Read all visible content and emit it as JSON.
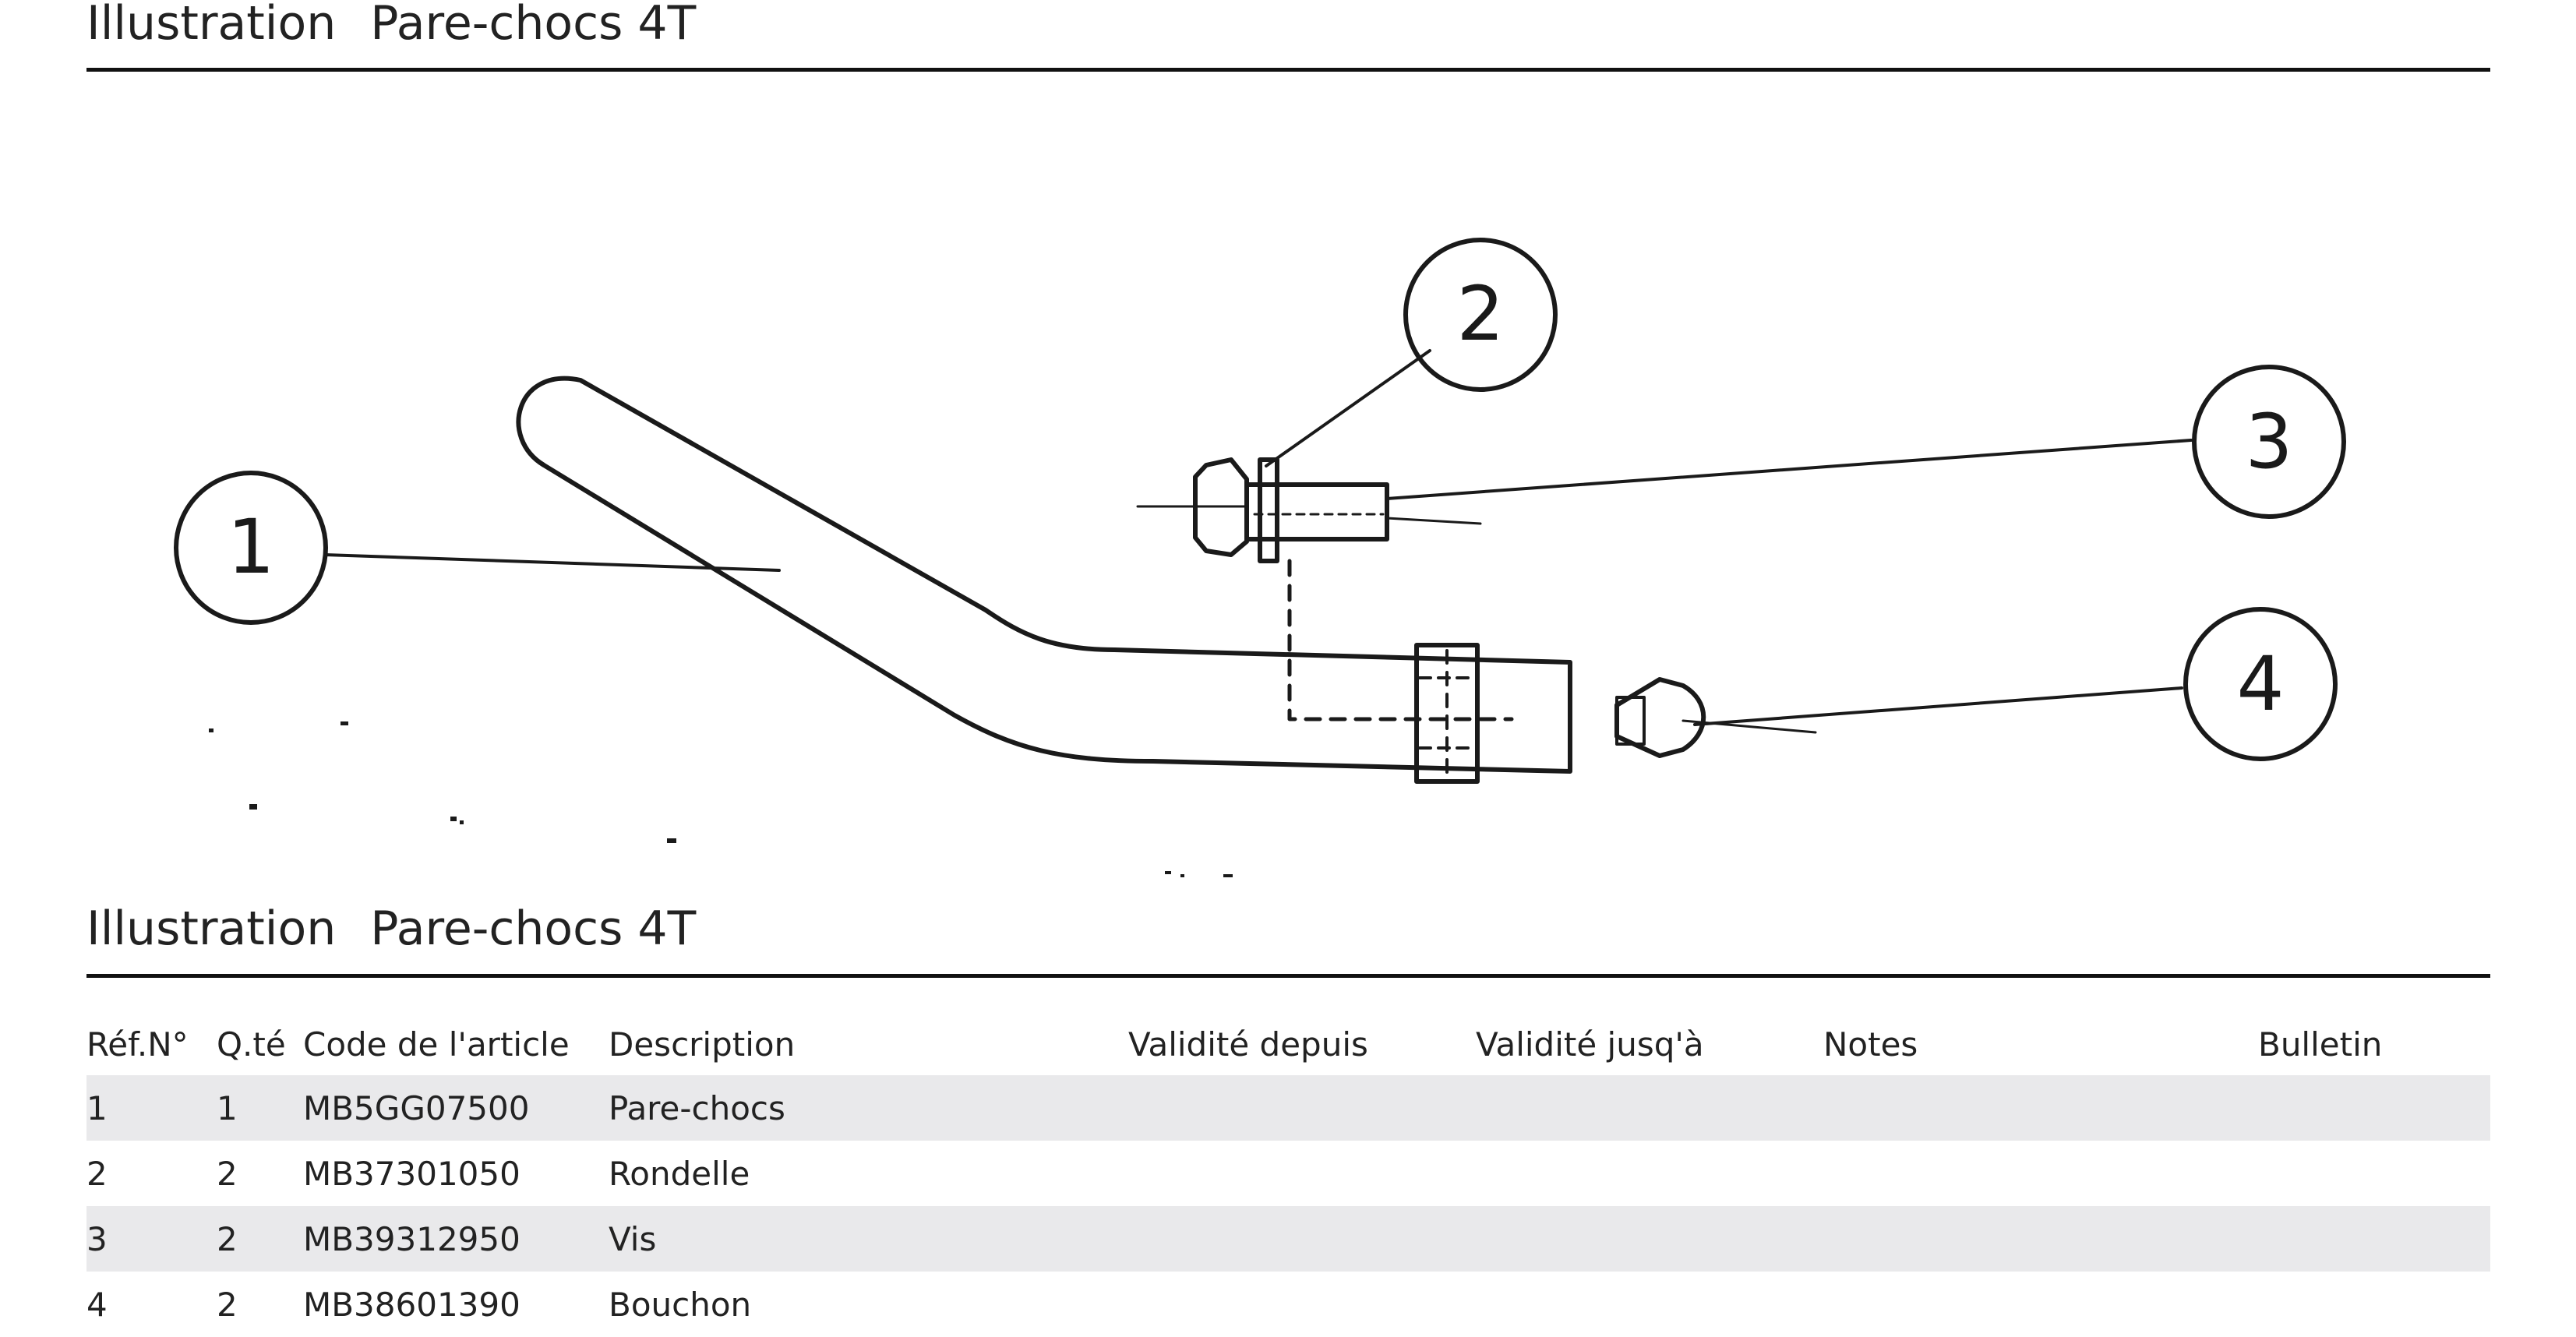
{
  "header": {
    "title_prefix": "Illustration",
    "title_name": "Pare-chocs 4T"
  },
  "figure": {
    "callouts": [
      "1",
      "2",
      "3",
      "4"
    ]
  },
  "section": {
    "title_prefix": "Illustration",
    "title_name": "Pare-chocs 4T"
  },
  "table": {
    "columns": [
      "Réf.N°",
      "Q.té",
      "Code de l'article",
      "Description",
      "Validité depuis",
      "Validité jusq'à",
      "Notes",
      "Bulletin"
    ],
    "rows": [
      {
        "ref": "1",
        "qty": "1",
        "code": "MB5GG07500",
        "description": "Pare-chocs",
        "valid_from": "",
        "valid_to": "",
        "notes": "",
        "bulletin": ""
      },
      {
        "ref": "2",
        "qty": "2",
        "code": "MB37301050",
        "description": "Rondelle",
        "valid_from": "",
        "valid_to": "",
        "notes": "",
        "bulletin": ""
      },
      {
        "ref": "3",
        "qty": "2",
        "code": "MB39312950",
        "description": "Vis",
        "valid_from": "",
        "valid_to": "",
        "notes": "",
        "bulletin": ""
      },
      {
        "ref": "4",
        "qty": "2",
        "code": "MB38601390",
        "description": "Bouchon",
        "valid_from": "",
        "valid_to": "",
        "notes": "",
        "bulletin": ""
      }
    ]
  }
}
